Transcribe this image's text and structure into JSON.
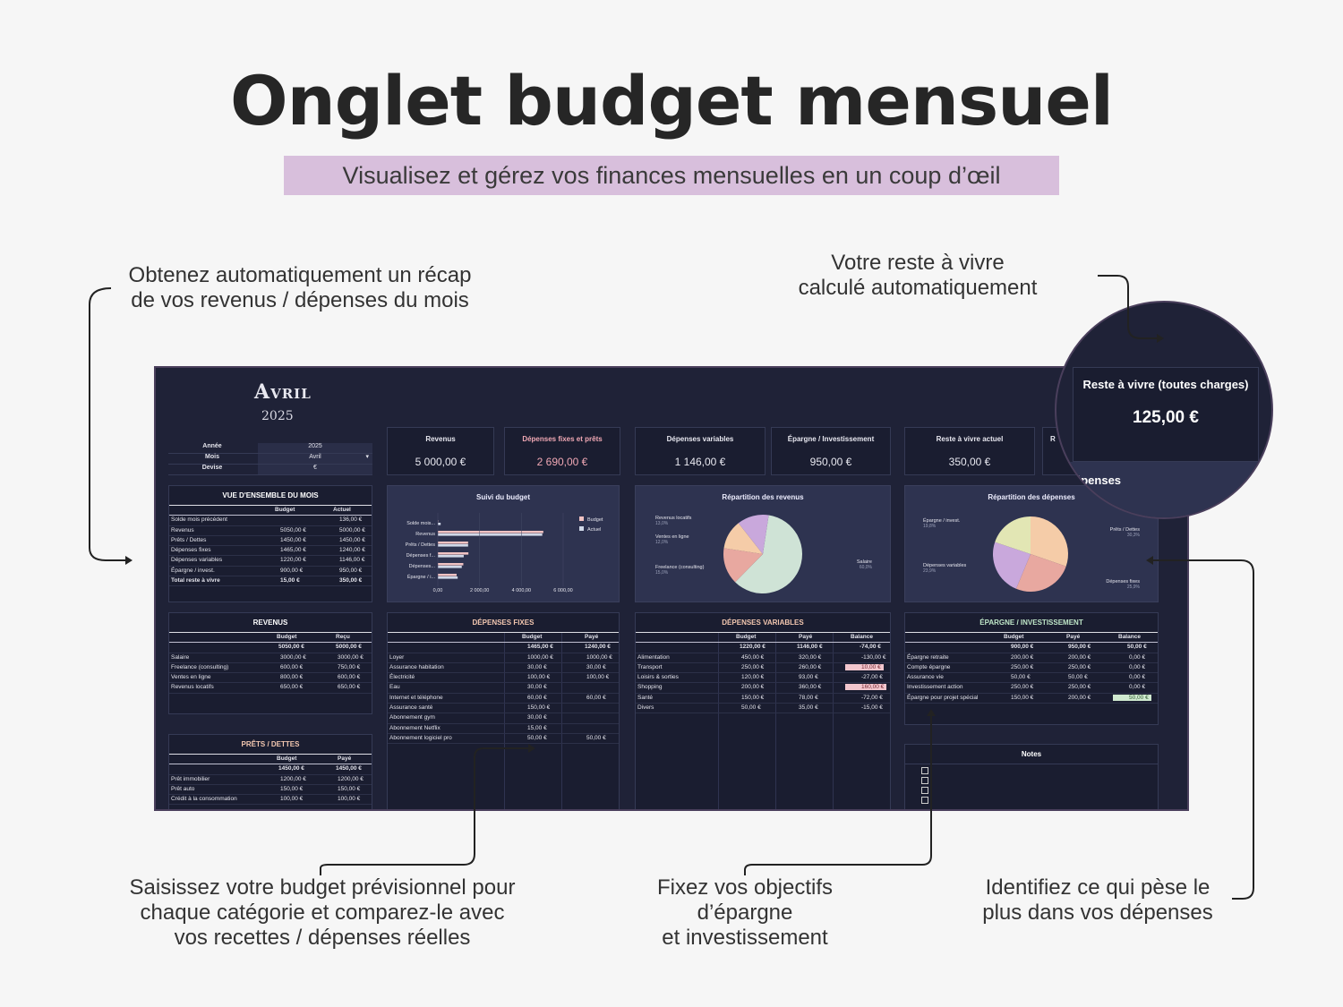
{
  "header": {
    "title": "Onglet budget mensuel",
    "subtitle": "Visualisez et gérez vos finances mensuelles en un coup d’œil"
  },
  "annotations": {
    "recap": "Obtenez automatiquement un récap\nde vos revenus / dépenses du mois",
    "reste": "Votre reste à vivre\ncalculé automatiquement",
    "budget": "Saisissez votre budget prévisionnel pour\nchaque catégorie et comparez-le avec\nvos recettes / dépenses réelles",
    "epargne": "Fixez vos objectifs\nd’épargne\net investissement",
    "depenses": "Identifiez ce qui pèse le\nplus dans vos dépenses"
  },
  "sheet": {
    "month": "Avril",
    "year": "2025",
    "params": [
      {
        "k": "Année",
        "v": "2025"
      },
      {
        "k": "Mois",
        "v": "Avril"
      },
      {
        "k": "Devise",
        "v": "€"
      }
    ],
    "cards": [
      {
        "label": "Revenus",
        "value": "5 000,00 €"
      },
      {
        "label": "Dépenses fixes et prêts",
        "value": "2 690,00 €"
      },
      {
        "label": "Dépenses variables",
        "value": "1 146,00 €"
      },
      {
        "label": "Épargne / Investissement",
        "value": "950,00 €"
      },
      {
        "label": "Reste à vivre actuel",
        "value": "350,00 €"
      },
      {
        "label": "R",
        "value": ""
      }
    ],
    "overview": {
      "title": "VUE D'ENSEMBLE DU MOIS",
      "cols": [
        "Budget",
        "Actuel"
      ],
      "rows": [
        [
          "Solde mois précédent",
          "",
          "136,00 €"
        ],
        [
          "Revenus",
          "5050,00 €",
          "5000,00 €"
        ],
        [
          "Prêts / Dettes",
          "1450,00 €",
          "1450,00 €"
        ],
        [
          "Dépenses fixes",
          "1465,00 €",
          "1240,00 €"
        ],
        [
          "Dépenses variables",
          "1220,00 €",
          "1146,00 €"
        ],
        [
          "Épargne / invest.",
          "900,00 €",
          "950,00 €"
        ],
        [
          "Total reste à vivre",
          "15,00 €",
          "350,00 €"
        ]
      ]
    },
    "revenus": {
      "title": "REVENUS",
      "cols": [
        "Budget",
        "Reçu"
      ],
      "total": [
        "5050,00 €",
        "5000,00 €"
      ],
      "rows": [
        [
          "Salaire",
          "3000,00 €",
          "3000,00 €"
        ],
        [
          "Freelance (consulting)",
          "600,00 €",
          "750,00 €"
        ],
        [
          "Ventes en ligne",
          "800,00 €",
          "600,00 €"
        ],
        [
          "Revenus locatifs",
          "650,00 €",
          "650,00 €"
        ]
      ]
    },
    "prets": {
      "title": "PRÊTS / DETTES",
      "cols": [
        "Budget",
        "Payé"
      ],
      "total": [
        "1450,00 €",
        "1450,00 €"
      ],
      "rows": [
        [
          "Prêt immobilier",
          "1200,00 €",
          "1200,00 €"
        ],
        [
          "Prêt auto",
          "150,00 €",
          "150,00 €"
        ],
        [
          "Crédit à la consommation",
          "100,00 €",
          "100,00 €"
        ]
      ]
    },
    "fixes": {
      "title": "DÉPENSES FIXES",
      "cols": [
        "Budget",
        "Payé"
      ],
      "total": [
        "1465,00 €",
        "1240,00 €"
      ],
      "rows": [
        [
          "Loyer",
          "1000,00 €",
          "1000,00 €"
        ],
        [
          "Assurance habitation",
          "30,00 €",
          "30,00 €"
        ],
        [
          "Électricité",
          "100,00 €",
          "100,00 €"
        ],
        [
          "Eau",
          "30,00 €",
          ""
        ],
        [
          "Internet et téléphone",
          "60,00 €",
          "60,00 €"
        ],
        [
          "Assurance santé",
          "150,00 €",
          ""
        ],
        [
          "Abonnement gym",
          "30,00 €",
          ""
        ],
        [
          "Abonnement Netflix",
          "15,00 €",
          ""
        ],
        [
          "Abonnement logiciel pro",
          "50,00 €",
          "50,00 €"
        ]
      ]
    },
    "variables": {
      "title": "DÉPENSES VARIABLES",
      "cols": [
        "Budget",
        "Payé",
        "Balance"
      ],
      "total": [
        "1220,00 €",
        "1146,00 €",
        "-74,00 €"
      ],
      "rows": [
        [
          "Alimentation",
          "450,00 €",
          "320,00 €",
          "-130,00 €",
          ""
        ],
        [
          "Transport",
          "250,00 €",
          "260,00 €",
          "10,00 €",
          "neg"
        ],
        [
          "Loisirs & sorties",
          "120,00 €",
          "93,00 €",
          "-27,00 €",
          ""
        ],
        [
          "Shopping",
          "200,00 €",
          "360,00 €",
          "160,00 €",
          "neg"
        ],
        [
          "Santé",
          "150,00 €",
          "78,00 €",
          "-72,00 €",
          ""
        ],
        [
          "Divers",
          "50,00 €",
          "35,00 €",
          "-15,00 €",
          ""
        ]
      ]
    },
    "epargne": {
      "title": "ÉPARGNE / INVESTISSEMENT",
      "cols": [
        "Budget",
        "Payé",
        "Balance"
      ],
      "total": [
        "900,00 €",
        "950,00 €",
        "50,00 €"
      ],
      "rows": [
        [
          "Épargne retraite",
          "200,00 €",
          "200,00 €",
          "0,00 €",
          ""
        ],
        [
          "Compte épargne",
          "250,00 €",
          "250,00 €",
          "0,00 €",
          ""
        ],
        [
          "Assurance vie",
          "50,00 €",
          "50,00 €",
          "0,00 €",
          ""
        ],
        [
          "Investissement action",
          "250,00 €",
          "250,00 €",
          "0,00 €",
          ""
        ],
        [
          "Épargne pour projet spécial",
          "150,00 €",
          "200,00 €",
          "50,00 €",
          "pos"
        ]
      ]
    },
    "notes": {
      "title": "Notes"
    },
    "zoom": {
      "label": "Reste à vivre (toutes charges)",
      "value": "125,00 €",
      "partial": "épenses"
    }
  },
  "chart_data": [
    {
      "type": "bar",
      "title": "Suivi du budget",
      "orientation": "horizontal",
      "categories": [
        "Solde mois...",
        "Revenus",
        "Prêts / Dettes",
        "Dépenses f...",
        "Dépenses...",
        "Épargne / i..."
      ],
      "series": [
        {
          "name": "Budget",
          "color": "#f0c2c2",
          "values": [
            0,
            5050,
            1450,
            1465,
            1220,
            900
          ]
        },
        {
          "name": "Actuel",
          "color": "#d0d8e8",
          "values": [
            136,
            5000,
            1450,
            1240,
            1146,
            950
          ]
        }
      ],
      "xticks": [
        "0,00",
        "2 000,00",
        "4 000,00",
        "6 000,00"
      ],
      "xlim": [
        0,
        6000
      ],
      "legend": "right"
    },
    {
      "type": "pie",
      "title": "Répartition des revenus",
      "labels": [
        "Salaire",
        "Freelance (consulting)",
        "Ventes en ligne",
        "Revenus locatifs"
      ],
      "values": [
        60.0,
        15.0,
        12.0,
        13.0
      ],
      "pct_labels": [
        "60,0%",
        "15,0%",
        "12,0%",
        "13,0%"
      ],
      "colors": [
        "#cfe3d6",
        "#e8a8a0",
        "#f5cca8",
        "#c9a8dc"
      ]
    },
    {
      "type": "pie",
      "title": "Répartition des dépenses",
      "labels": [
        "Prêts / Dettes",
        "Dépenses fixes",
        "Dépenses variables",
        "Épargne / invest."
      ],
      "values": [
        30.3,
        25.9,
        23.9,
        19.8
      ],
      "pct_labels": [
        "30,3%",
        "25,9%",
        "23,9%",
        "19,8%"
      ],
      "colors": [
        "#f5cca8",
        "#e8a8a0",
        "#c9a8dc",
        "#e2e6b4"
      ]
    }
  ]
}
